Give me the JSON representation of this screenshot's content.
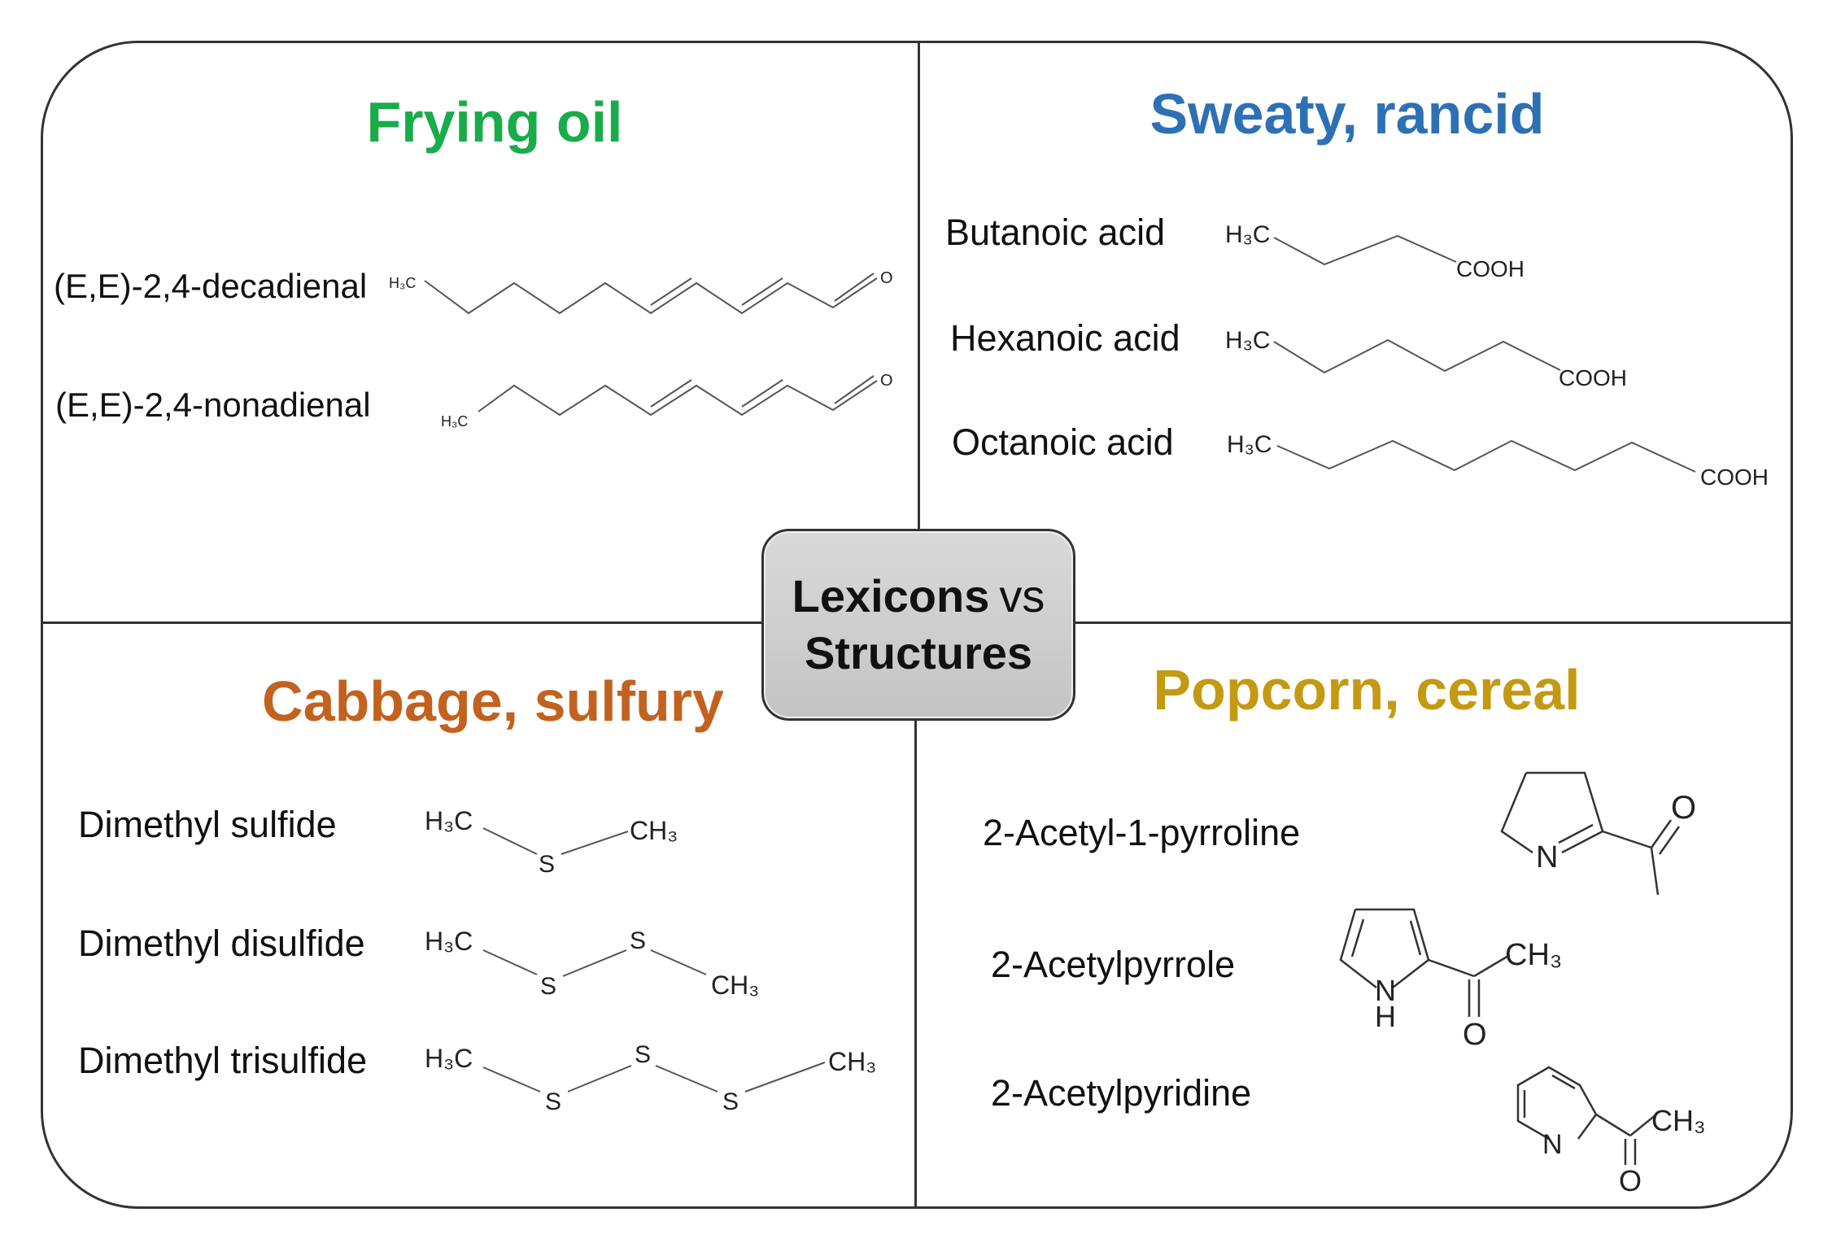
{
  "center": {
    "lexicons": "Lexicons",
    "vs": "vs",
    "structures": "Structures"
  },
  "quadrants": {
    "frying_oil": {
      "title": "Frying oil",
      "color": "#1aab4a",
      "compounds": [
        "(E,E)-2,4-decadienal",
        "(E,E)-2,4-nonadienal"
      ]
    },
    "sweaty_rancid": {
      "title": "Sweaty, rancid",
      "color": "#2e70b4",
      "compounds": [
        "Butanoic acid",
        "Hexanoic acid",
        "Octanoic acid"
      ]
    },
    "cabbage_sulfury": {
      "title": "Cabbage, sulfury",
      "color": "#c2621e",
      "compounds": [
        "Dimethyl sulfide",
        "Dimethyl disulfide",
        "Dimethyl trisulfide"
      ]
    },
    "popcorn_cereal": {
      "title": "Popcorn, cereal",
      "color": "#c49a13",
      "compounds": [
        "2-Acetyl-1-pyrroline",
        "2-Acetylpyrrole",
        "2-Acetylpyridine"
      ]
    }
  },
  "atoms": {
    "h3c": "H₃C",
    "ch3": "CH₃",
    "cooh": "COOH",
    "o": "O",
    "s": "S",
    "n": "N",
    "h": "H"
  },
  "icons": {
    "center": "rounded-box",
    "structures": "skeletal-formula"
  }
}
